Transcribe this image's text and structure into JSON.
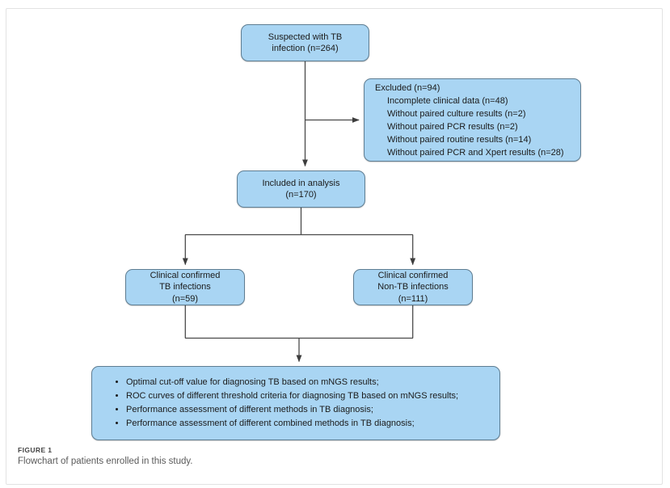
{
  "figure": {
    "label": "FIGURE 1",
    "caption": "Flowchart of patients enrolled in this study."
  },
  "colors": {
    "node_fill": "#a9d5f3",
    "node_border": "#5e7d92",
    "connector": "#4a4a4a",
    "frame": "#e2e2e2"
  },
  "chart_data": {
    "type": "diagram",
    "title": "Flowchart of patients enrolled in this study.",
    "nodes": [
      {
        "id": "suspected",
        "lines": [
          "Suspected with TB",
          "infection (n=264)"
        ],
        "count": 264
      },
      {
        "id": "excluded",
        "head": "Excluded (n=94)",
        "count": 94,
        "items": [
          "Incomplete clinical data (n=48)",
          "Without paired culture results (n=2)",
          "Without paired PCR results (n=2)",
          "Without paired routine results (n=14)",
          "Without paired PCR and Xpert  results (n=28)"
        ]
      },
      {
        "id": "included",
        "lines": [
          "Included in analysis",
          "(n=170)"
        ],
        "count": 170
      },
      {
        "id": "tb",
        "lines": [
          "Clinical confirmed",
          "TB infections",
          "(n=59)"
        ],
        "count": 59
      },
      {
        "id": "nontb",
        "lines": [
          "Clinical confirmed",
          "Non-TB infections",
          "(n=111)"
        ],
        "count": 111
      },
      {
        "id": "outcomes",
        "items": [
          "Optimal cut-off value for diagnosing TB based on mNGS results;",
          "ROC curves of different threshold criteria for diagnosing TB based on mNGS results;",
          "Performance assessment of different methods in TB diagnosis;",
          "Performance assessment of different combined methods in TB diagnosis;"
        ]
      }
    ],
    "edges": [
      {
        "from": "suspected",
        "to": "excluded",
        "type": "branch-right"
      },
      {
        "from": "suspected",
        "to": "included",
        "type": "straight-down"
      },
      {
        "from": "included",
        "to": "tb",
        "type": "split-left"
      },
      {
        "from": "included",
        "to": "nontb",
        "type": "split-right"
      },
      {
        "from": "tb",
        "to": "outcomes",
        "type": "merge-down"
      },
      {
        "from": "nontb",
        "to": "outcomes",
        "type": "merge-down"
      }
    ]
  }
}
